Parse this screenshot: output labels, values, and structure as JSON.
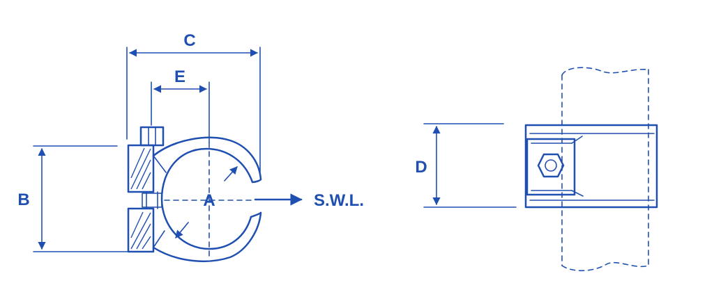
{
  "labels": {
    "c": "C",
    "e": "E",
    "b": "B",
    "a": "A",
    "swl": "S.W.L.",
    "d": "D"
  },
  "colors": {
    "ink": "#1f4fb0",
    "background": "#ffffff"
  }
}
